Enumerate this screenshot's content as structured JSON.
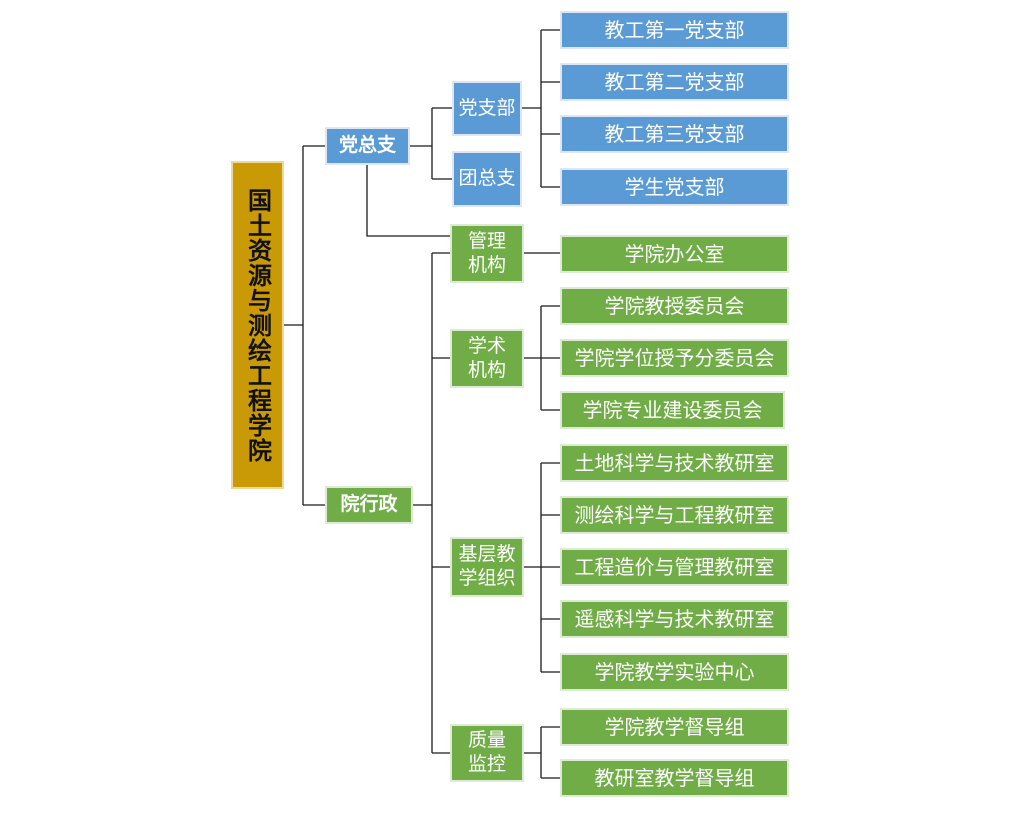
{
  "root": "国土资源与测绘工程学院",
  "party": {
    "label": "党总支",
    "branch": "党支部",
    "league": "团总支",
    "branches": [
      "教工第一党支部",
      "教工第二党支部",
      "教工第三党支部",
      "学生党支部"
    ]
  },
  "admin": {
    "label": "院行政",
    "management": {
      "label": "管理机构",
      "items": [
        "学院办公室"
      ]
    },
    "academic": {
      "label": "学术机构",
      "items": [
        "学院教授委员会",
        "学院学位授予分委员会",
        "学院专业建设委员会"
      ]
    },
    "teaching": {
      "label": "基层教学组织",
      "items": [
        "土地科学与技术教研室",
        "测绘科学与工程教研室",
        "工程造价与管理教研室",
        "遥感科学与技术教研室",
        "学院教学实验中心"
      ]
    },
    "quality": {
      "label": "质量监控",
      "items": [
        "学院教学督导组",
        "教研室教学督导组"
      ]
    }
  },
  "colors": {
    "party": "#5b9bd5",
    "admin": "#70ad47",
    "root": "#c99a05",
    "line": "#1a1a1a"
  }
}
